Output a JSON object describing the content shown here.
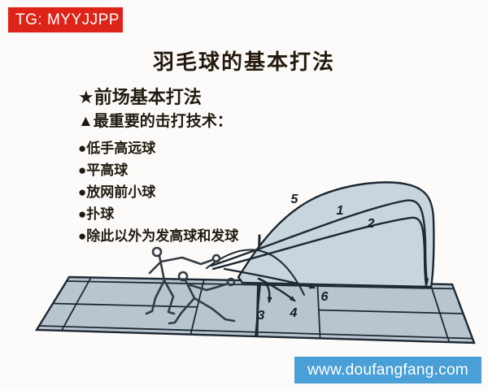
{
  "watermarks": {
    "telegram_tag": "TG: MYYJJPP",
    "website_url": "www.doufangfang.com"
  },
  "title": "羽毛球的基本打法",
  "content": {
    "heading": "★前场基本打法",
    "subheading": "▲最重要的击打技术：",
    "bullets": [
      "●低手高远球",
      "●平高球",
      "●放网前小球",
      "●扑球",
      "●除此以外为发高球和发球"
    ]
  },
  "diagram": {
    "description_labels": [
      "1",
      "2",
      "3",
      "4",
      "5",
      "6"
    ],
    "colors": {
      "banner_red": "#de2318",
      "banner_blue": "#4a9fd6",
      "court_fill": "#b8c4ce",
      "envelope_fill": "#c9d5dd",
      "line": "#1d2833"
    }
  }
}
